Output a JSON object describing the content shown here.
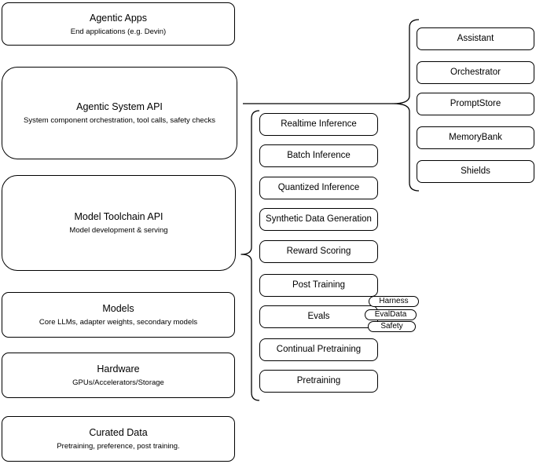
{
  "stack": [
    {
      "title": "Agentic Apps",
      "subtitle": "End applications (e.g. Devin)"
    },
    {
      "title": "Agentic System API",
      "subtitle": "System component orchestration, tool calls, safety checks"
    },
    {
      "title": "Model Toolchain API",
      "subtitle": "Model development & serving"
    },
    {
      "title": "Models",
      "subtitle": "Core LLMs, adapter weights, secondary models"
    },
    {
      "title": "Hardware",
      "subtitle": "GPUs/Accelerators/Storage"
    },
    {
      "title": "Curated Data",
      "subtitle": "Pretraining, preference, post training."
    }
  ],
  "toolchain": {
    "items": [
      "Realtime Inference",
      "Batch Inference",
      "Quantized Inference",
      "Synthetic Data Generation",
      "Reward Scoring",
      "Post Training",
      "Evals",
      "Continual Pretraining",
      "Pretraining"
    ]
  },
  "eval_tags": [
    "Harness",
    "EvalData",
    "Safety"
  ],
  "components": [
    "Assistant",
    "Orchestrator",
    "PromptStore",
    "MemoryBank",
    "Shields"
  ],
  "colors": {
    "stroke": "#000000",
    "fill": "#ffffff",
    "text": "#000000"
  }
}
